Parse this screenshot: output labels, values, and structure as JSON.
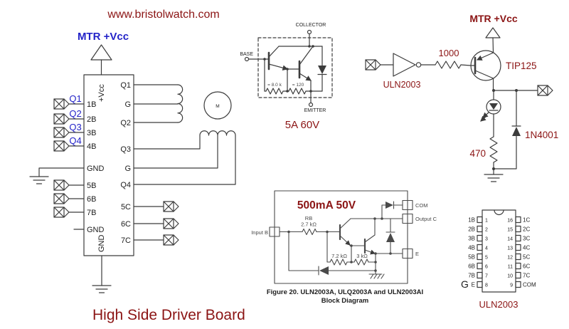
{
  "colors": {
    "dark_red": "#8b1414",
    "blue": "#2323c8",
    "line": "#3c3c3c"
  },
  "page": {
    "site_title": "www.bristolwatch.com",
    "board_title": "High Side Driver Board"
  },
  "stepper_driver": {
    "vcc_label": "MTR +Vcc",
    "input_labels": [
      "Q1",
      "Q2",
      "Q3",
      "Q4"
    ],
    "ic": {
      "top_pin": "+Vcc",
      "bottom_pin": "GND",
      "left_pins": [
        "1B",
        "2B",
        "3B",
        "4B",
        "GND",
        "5B",
        "6B",
        "7B",
        "GND"
      ],
      "right_pins": [
        "Q1",
        "G",
        "Q2",
        "Q3",
        "G",
        "Q4",
        "5C",
        "6C",
        "7C"
      ]
    },
    "motor_label": "M"
  },
  "tip125_internal": {
    "collector": "COLLECTOR",
    "base": "BASE",
    "emitter": "EMITTER",
    "r_base": "= 8.0 k",
    "r_emitter": "= 120",
    "rating": "5A 60V"
  },
  "high_side_circuit": {
    "vcc_label": "MTR +Vcc",
    "inverter": "ULN2003",
    "base_resistor": "1000",
    "transistor": "TIP125",
    "led_resistor": "470",
    "flyback_diode": "1N4001"
  },
  "uln_block": {
    "rating": "500mA 50V",
    "input": "Input B",
    "rb": "RB",
    "rb_value": "2.7 kΩ",
    "r_bottom1": "7.2 kΩ",
    "r_bottom2": "3 kΩ",
    "com": "COM",
    "output": "Output C",
    "emitter": "E",
    "caption1": "Figure 20. ULN2003A, ULQ2003A and ULN2003AI",
    "caption2": "Block Diagram"
  },
  "uln_pinout": {
    "left_labels": [
      "1B",
      "2B",
      "3B",
      "4B",
      "5B",
      "6B",
      "7B",
      "E"
    ],
    "left_numbers": [
      "1",
      "2",
      "3",
      "4",
      "5",
      "6",
      "7",
      "8"
    ],
    "right_numbers": [
      "16",
      "15",
      "14",
      "13",
      "12",
      "11",
      "10",
      "9"
    ],
    "right_labels": [
      "1C",
      "2C",
      "3C",
      "4C",
      "5C",
      "6C",
      "7C",
      "COM"
    ],
    "ground_label": "G",
    "part": "ULN2003"
  }
}
